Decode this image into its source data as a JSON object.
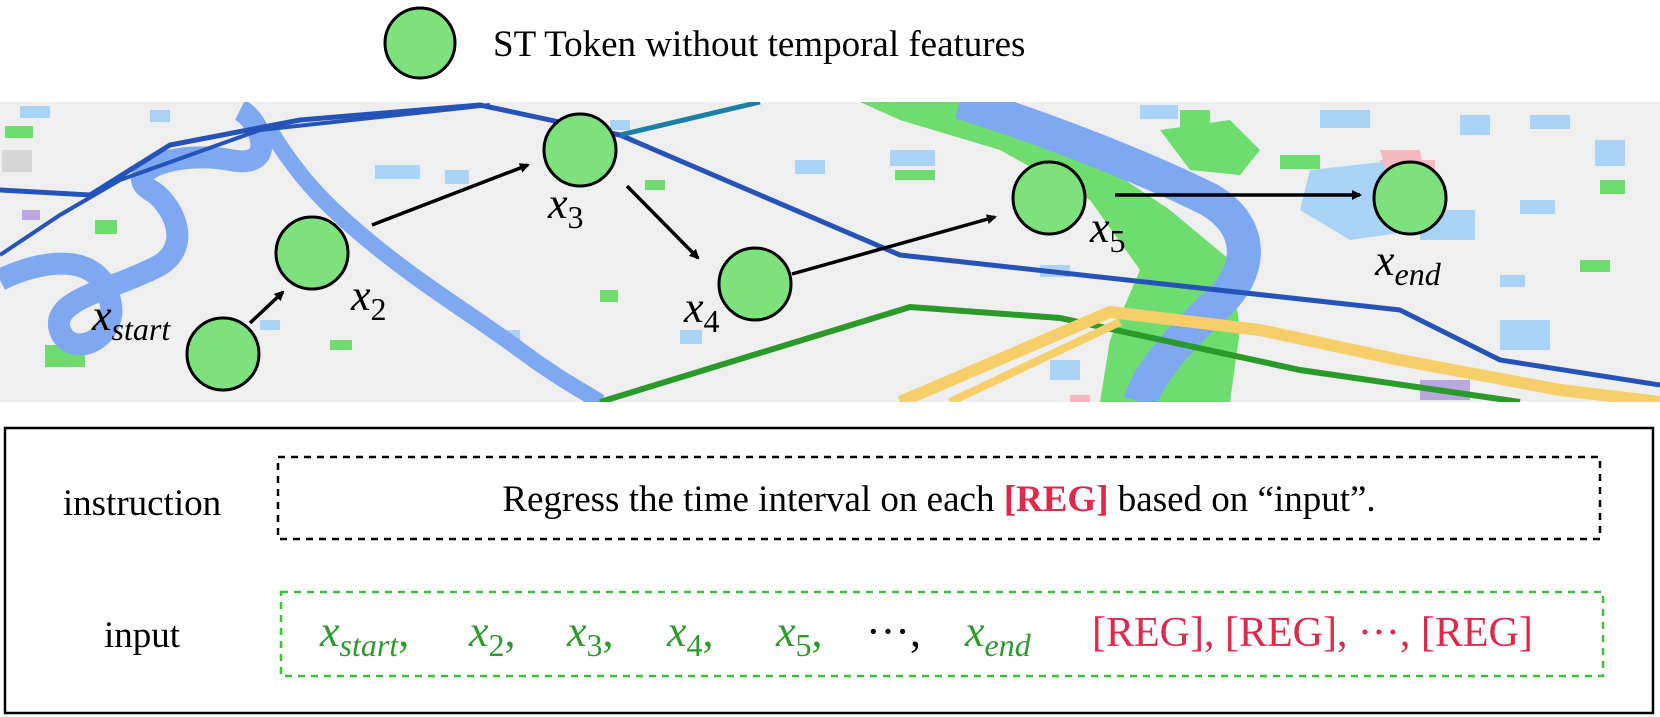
{
  "legend": {
    "label": "ST Token without temporal features",
    "token_color": "#7de27e"
  },
  "colors": {
    "token_fill": "#7de27e",
    "token_stroke": "#000000",
    "map_background": "#efefef",
    "river": "#7fa8f2",
    "park": "#6fdc6f",
    "road_blue": "#2553b8",
    "road_green": "#2a9a2a",
    "road_yellow": "#f7cf6a",
    "building_blue": "#a9d3f7",
    "reg_red": "#e0284a",
    "input_green": "#2e9a2e",
    "input_border": "#3fbf3f"
  },
  "trajectory": {
    "labels": [
      {
        "base": "x",
        "sub": "start"
      },
      {
        "base": "x",
        "sub": "2"
      },
      {
        "base": "x",
        "sub": "3"
      },
      {
        "base": "x",
        "sub": "4"
      },
      {
        "base": "x",
        "sub": "5"
      },
      {
        "base": "x",
        "sub": "end"
      }
    ]
  },
  "panel": {
    "instruction_label": "instruction",
    "instruction_text_before": "Regress the time interval on each ",
    "instruction_reg": "[REG]",
    "instruction_text_after": " based on “input”.",
    "input_label": "input",
    "input_tokens": [
      {
        "base": "x",
        "sub": "start",
        "sep": ","
      },
      {
        "base": "x",
        "sub": "2",
        "sep": ","
      },
      {
        "base": "x",
        "sub": "3",
        "sep": ","
      },
      {
        "base": "x",
        "sub": "4",
        "sep": ","
      },
      {
        "base": "x",
        "sub": "5",
        "sep": ","
      },
      {
        "ellipsis": "···",
        "sep": ","
      },
      {
        "base": "x",
        "sub": "end",
        "sep": ""
      }
    ],
    "input_reg_text": "[REG], [REG], ···, [REG]"
  }
}
